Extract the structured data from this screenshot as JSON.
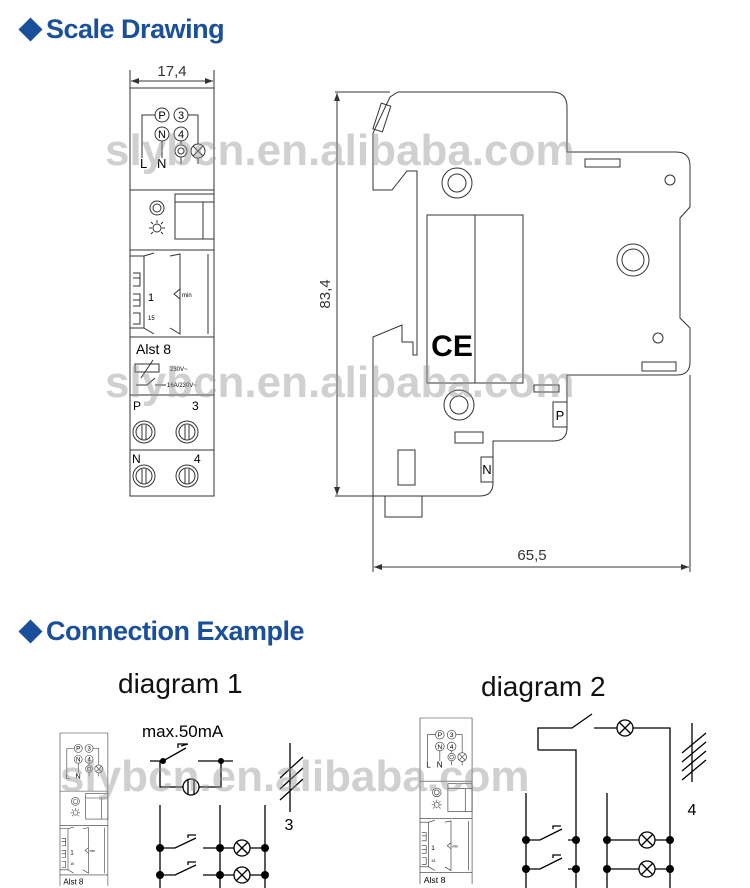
{
  "sections": {
    "scale_drawing": "Scale Drawing",
    "connection_example": "Connection Example"
  },
  "heading_color": "#1a4f9c",
  "front_view": {
    "width_dim": "17,4",
    "terminals": {
      "p": "P",
      "n": "N",
      "t3": "3",
      "t4": "4",
      "l": "L",
      "n_label": "N"
    },
    "timer_label_1": "1",
    "timer_label_15": "15",
    "timer_min": "min",
    "model": "Alst 8",
    "coil_rating": "230V~",
    "contact_rating": "16A/230V~",
    "bottom_terminals": {
      "p": "P",
      "t3": "3",
      "n": "N",
      "t4": "4"
    }
  },
  "side_view": {
    "height_dim": "83,4",
    "depth_dim": "65,5",
    "ce_mark": "CE",
    "p_label": "P",
    "n_label": "N"
  },
  "diagrams": [
    {
      "title": "diagram 1",
      "note": "max.50mA",
      "wire_count": "3"
    },
    {
      "title": "diagram 2",
      "wire_count": "4"
    }
  ],
  "watermark": "slybcn.en.alibaba.com"
}
